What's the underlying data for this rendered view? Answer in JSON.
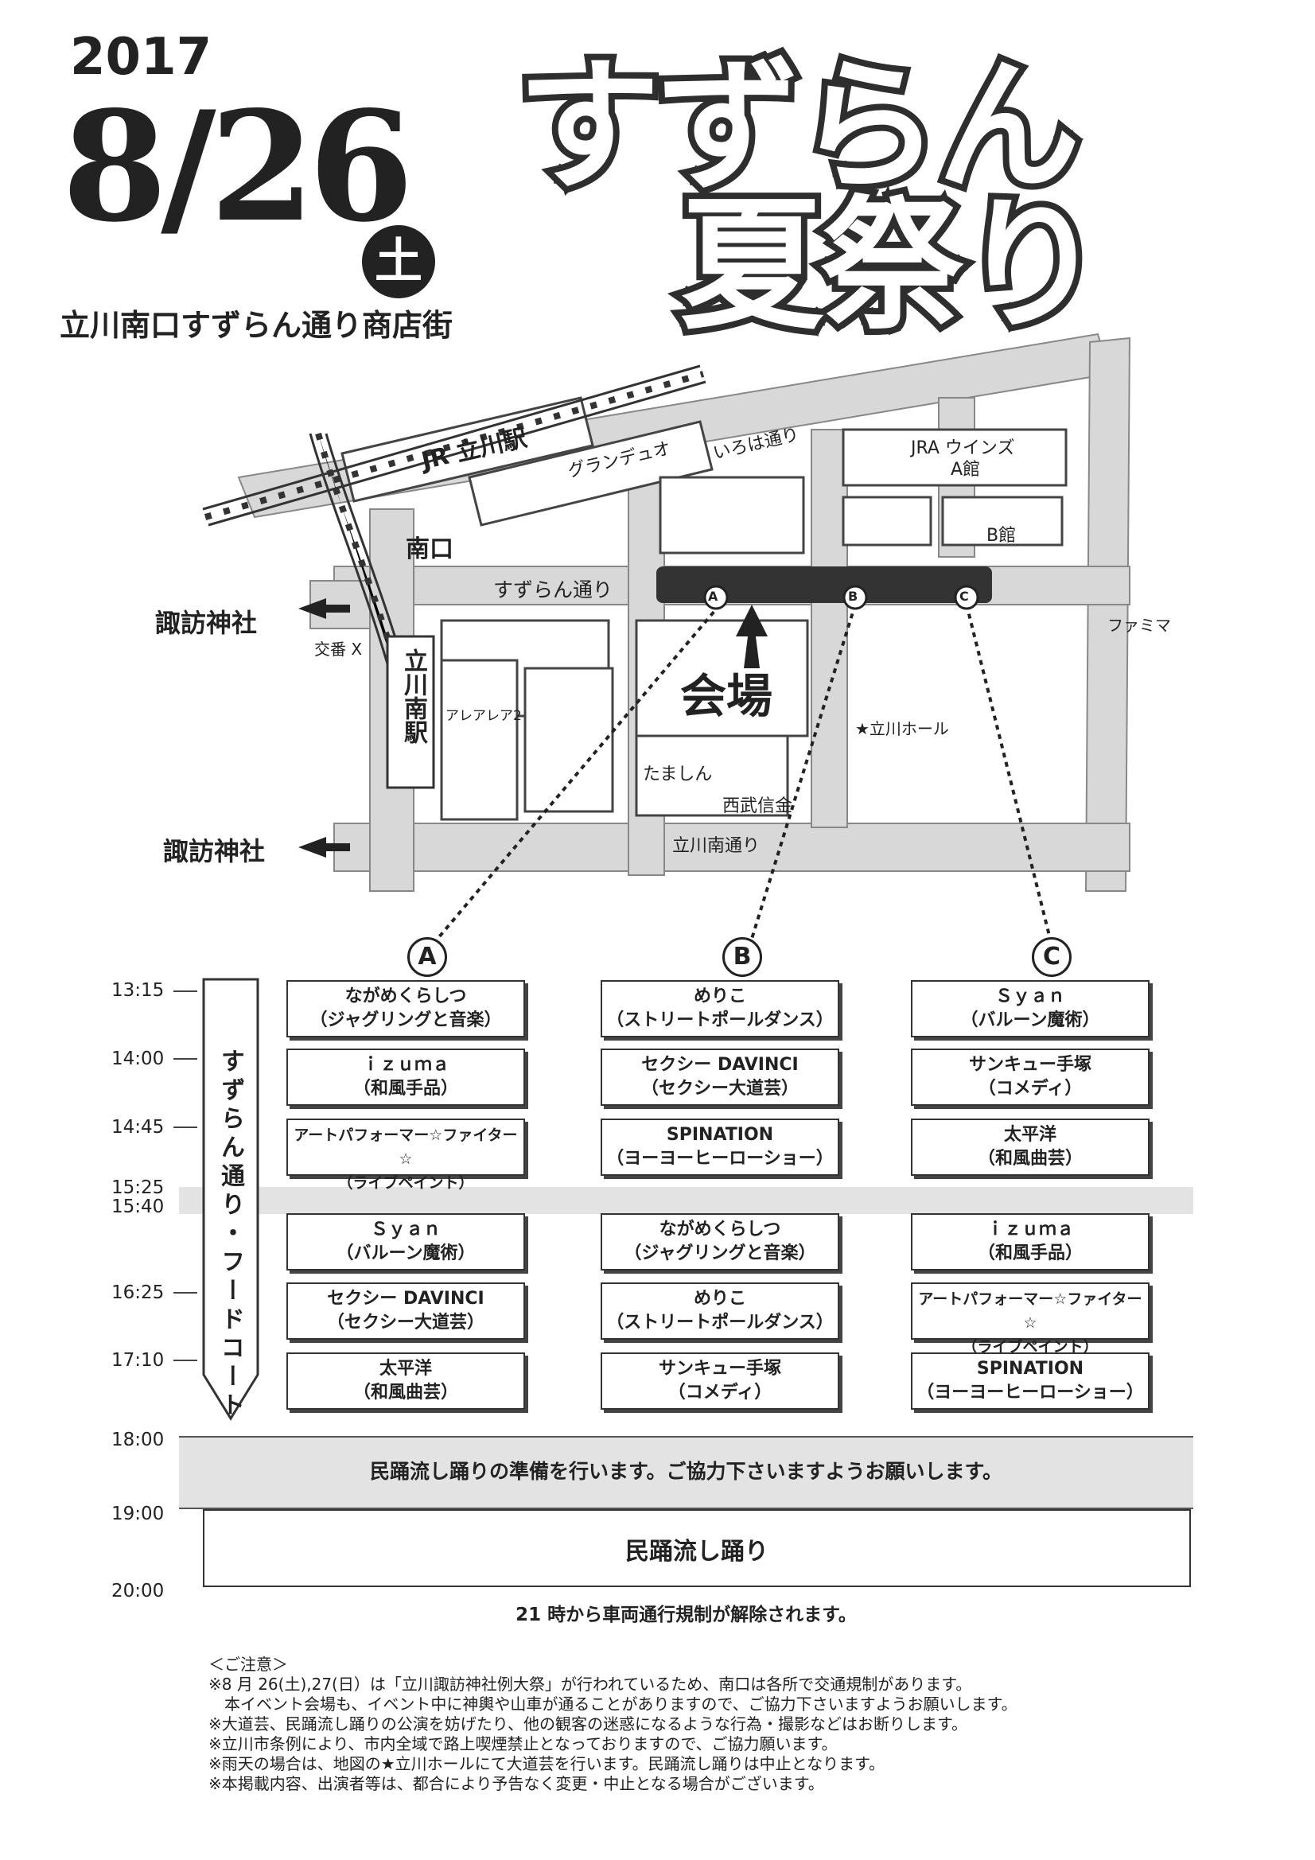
{
  "header": {
    "year": "2017",
    "date": "8/26",
    "day": "土",
    "organizer": "立川南口すずらん通り商店街",
    "title_line1": "すずらん",
    "title_line2": "夏祭り"
  },
  "map": {
    "station_jr": "JR 立川駅",
    "grand_duo": "グランデュオ",
    "iroha": "いろは通り",
    "jra": "JRA ウインズ",
    "jra_a": "A館",
    "jra_b": "B館",
    "minamiguchi": "南口",
    "suzuran": "すずらん通り",
    "suwa1": "諏訪神社",
    "suwa2": "諏訪神社",
    "koban": "交番 X",
    "tachikawa_minami_station": "立川南駅",
    "venue": "会場",
    "arearea": "アレアレア2",
    "hall": "★立川ホール",
    "tamashin": "たましん",
    "seibu": "西武信金",
    "minami_dori": "立川南通り",
    "famima": "ファミマ",
    "markers": [
      "A",
      "B",
      "C"
    ]
  },
  "schedule": {
    "columns": [
      "A",
      "B",
      "C"
    ],
    "food_court": "すずらん通り・フードコート",
    "times": [
      "13:15",
      "14:00",
      "14:45",
      "15:25",
      "15:40",
      "16:25",
      "17:10",
      "18:00",
      "19:00",
      "20:00"
    ],
    "slots": [
      [
        {
          "perf": "ながめくらしつ",
          "genre": "（ジャグリングと音楽）"
        },
        {
          "perf": "めりこ",
          "genre": "（ストリートポールダンス）"
        },
        {
          "perf": "Ｓｙａｎ",
          "genre": "（バルーン魔術）"
        }
      ],
      [
        {
          "perf": "ｉｚｕｍａ",
          "genre": "（和風手品）"
        },
        {
          "perf": "セクシー DAVINCI",
          "genre": "（セクシー大道芸）"
        },
        {
          "perf": "サンキュー手塚",
          "genre": "（コメディ）"
        }
      ],
      [
        {
          "perf": "アートパフォーマー☆ファイター☆",
          "genre": "（ライブペイント）"
        },
        {
          "perf": "SPINATION",
          "genre": "（ヨーヨーヒーローショー）"
        },
        {
          "perf": "太平洋",
          "genre": "（和風曲芸）"
        }
      ],
      [
        {
          "perf": "Ｓｙａｎ",
          "genre": "（バルーン魔術）"
        },
        {
          "perf": "ながめくらしつ",
          "genre": "（ジャグリングと音楽）"
        },
        {
          "perf": "ｉｚｕｍａ",
          "genre": "（和風手品）"
        }
      ],
      [
        {
          "perf": "セクシー DAVINCI",
          "genre": "（セクシー大道芸）"
        },
        {
          "perf": "めりこ",
          "genre": "（ストリートポールダンス）"
        },
        {
          "perf": "アートパフォーマー☆ファイター☆",
          "genre": "（ライブペイント）"
        }
      ],
      [
        {
          "perf": "太平洋",
          "genre": "（和風曲芸）"
        },
        {
          "perf": "サンキュー手塚",
          "genre": "（コメディ）"
        },
        {
          "perf": "SPINATION",
          "genre": "（ヨーヨーヒーローショー）"
        }
      ]
    ],
    "prep_notice": "民踊流し踊りの準備を行います。ご協力下さいますようお願いします。",
    "dance": "民踊流し踊り",
    "traffic": "21 時から車両通行規制が解除されます。"
  },
  "notes": {
    "heading": "＜ご注意＞",
    "lines": [
      "※8 月 26(土),27(日）は「立川諏訪神社例大祭」が行われているため、南口は各所で交通規制があります。",
      "　本イベント会場も、イベント中に神輿や山車が通ることがありますので、ご協力下さいますようお願いします。",
      "※大道芸、民踊流し踊りの公演を妨げたり、他の観客の迷惑になるような行為・撮影などはお断りします。",
      "※立川市条例により、市内全域で路上喫煙禁止となっておりますので、ご協力願います。",
      "※雨天の場合は、地図の★立川ホールにて大道芸を行います。民踊流し踊りは中止となります。",
      "※本掲載内容、出演者等は、都合により予告なく変更・中止となる場合がございます。"
    ]
  }
}
